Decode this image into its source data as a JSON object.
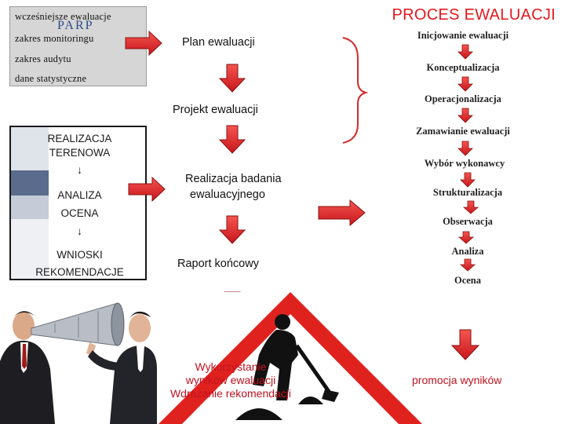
{
  "info_box": {
    "lines": [
      "wcześniejsze ewaluacje",
      "zakres monitoringu",
      "zakres audytu",
      "dane statystyczne"
    ],
    "logo_text": "PARP"
  },
  "left_column": {
    "realizacja_line1": "REALIZACJA",
    "realizacja_line2": "TERENOWA",
    "arrow_glyph": "↓",
    "analiza_line1": "ANALIZA",
    "analiza_line2": "OCENA",
    "wnioski_line1": "WNIOSKI",
    "wnioski_line2": "REKOMENDACJE"
  },
  "middle_column": {
    "plan": "Plan ewaluacji",
    "projekt": "Projekt ewaluacji",
    "realizacja_line1": "Realizacja badania",
    "realizacja_line2": "ewaluacyjnego",
    "raport": "Raport końcowy",
    "wykorzystanie_line1": "Wykorzystanie",
    "wykorzystanie_line2": "wyników ewaluacji",
    "wykorzystanie_line3": "Wdrażanie rekomendacji"
  },
  "right_column": {
    "title": "PROCES EWALUACJI",
    "steps": [
      "Inicjowanie ewaluacji",
      "Konceptualizacja",
      "Operacjonalizacja",
      "Zamawianie ewaluacji",
      "Wybór wykonawcy",
      "Strukturalizacja",
      "Obserwacja",
      "Analiza",
      "Ocena"
    ],
    "promocja": "promocja wyników"
  },
  "colors": {
    "arrow_fill": "#e8262b",
    "arrow_stroke": "#8a1010",
    "title_red": "#e2191f",
    "bracket_red": "#d42a2a",
    "info_bg": "#d6d6d6"
  }
}
